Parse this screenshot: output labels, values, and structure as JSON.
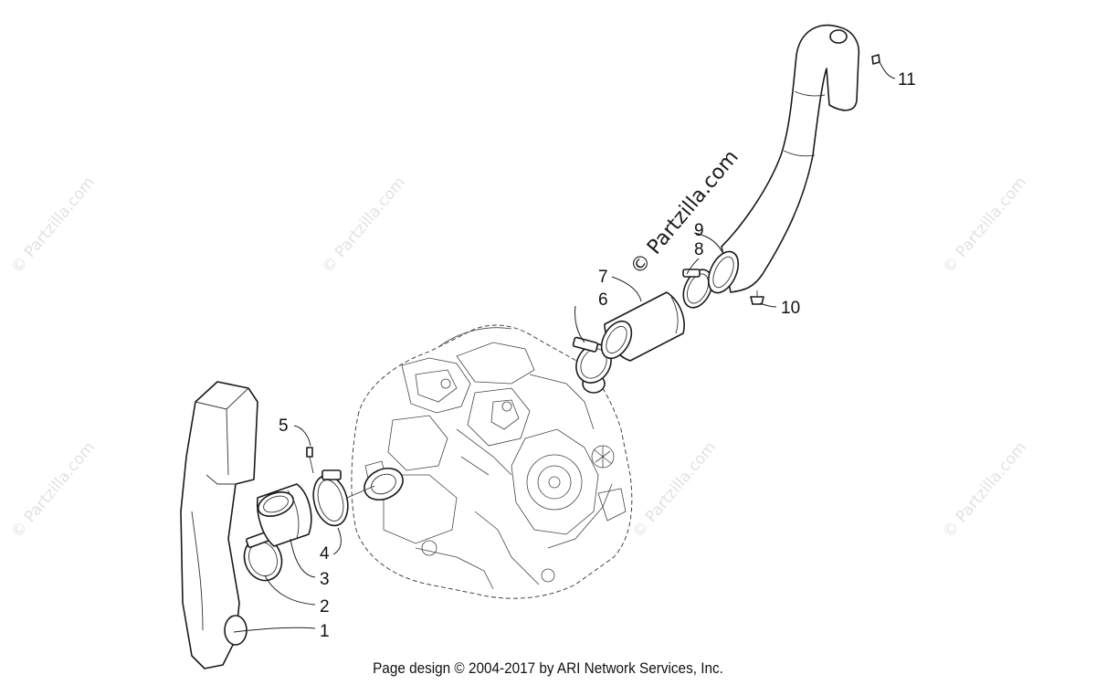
{
  "diagram": {
    "callouts": [
      "1",
      "2",
      "3",
      "4",
      "5",
      "6",
      "7",
      "8",
      "9",
      "10",
      "11"
    ],
    "center_watermark": "© Partzilla.com",
    "background_watermark": "© Partzilla.com",
    "footer": "Page design © 2004-2017 by ARI Network Services, Inc."
  },
  "colors": {
    "line_art": "#1a1a1a",
    "watermark": "#e2e2e2",
    "background": "#ffffff"
  }
}
